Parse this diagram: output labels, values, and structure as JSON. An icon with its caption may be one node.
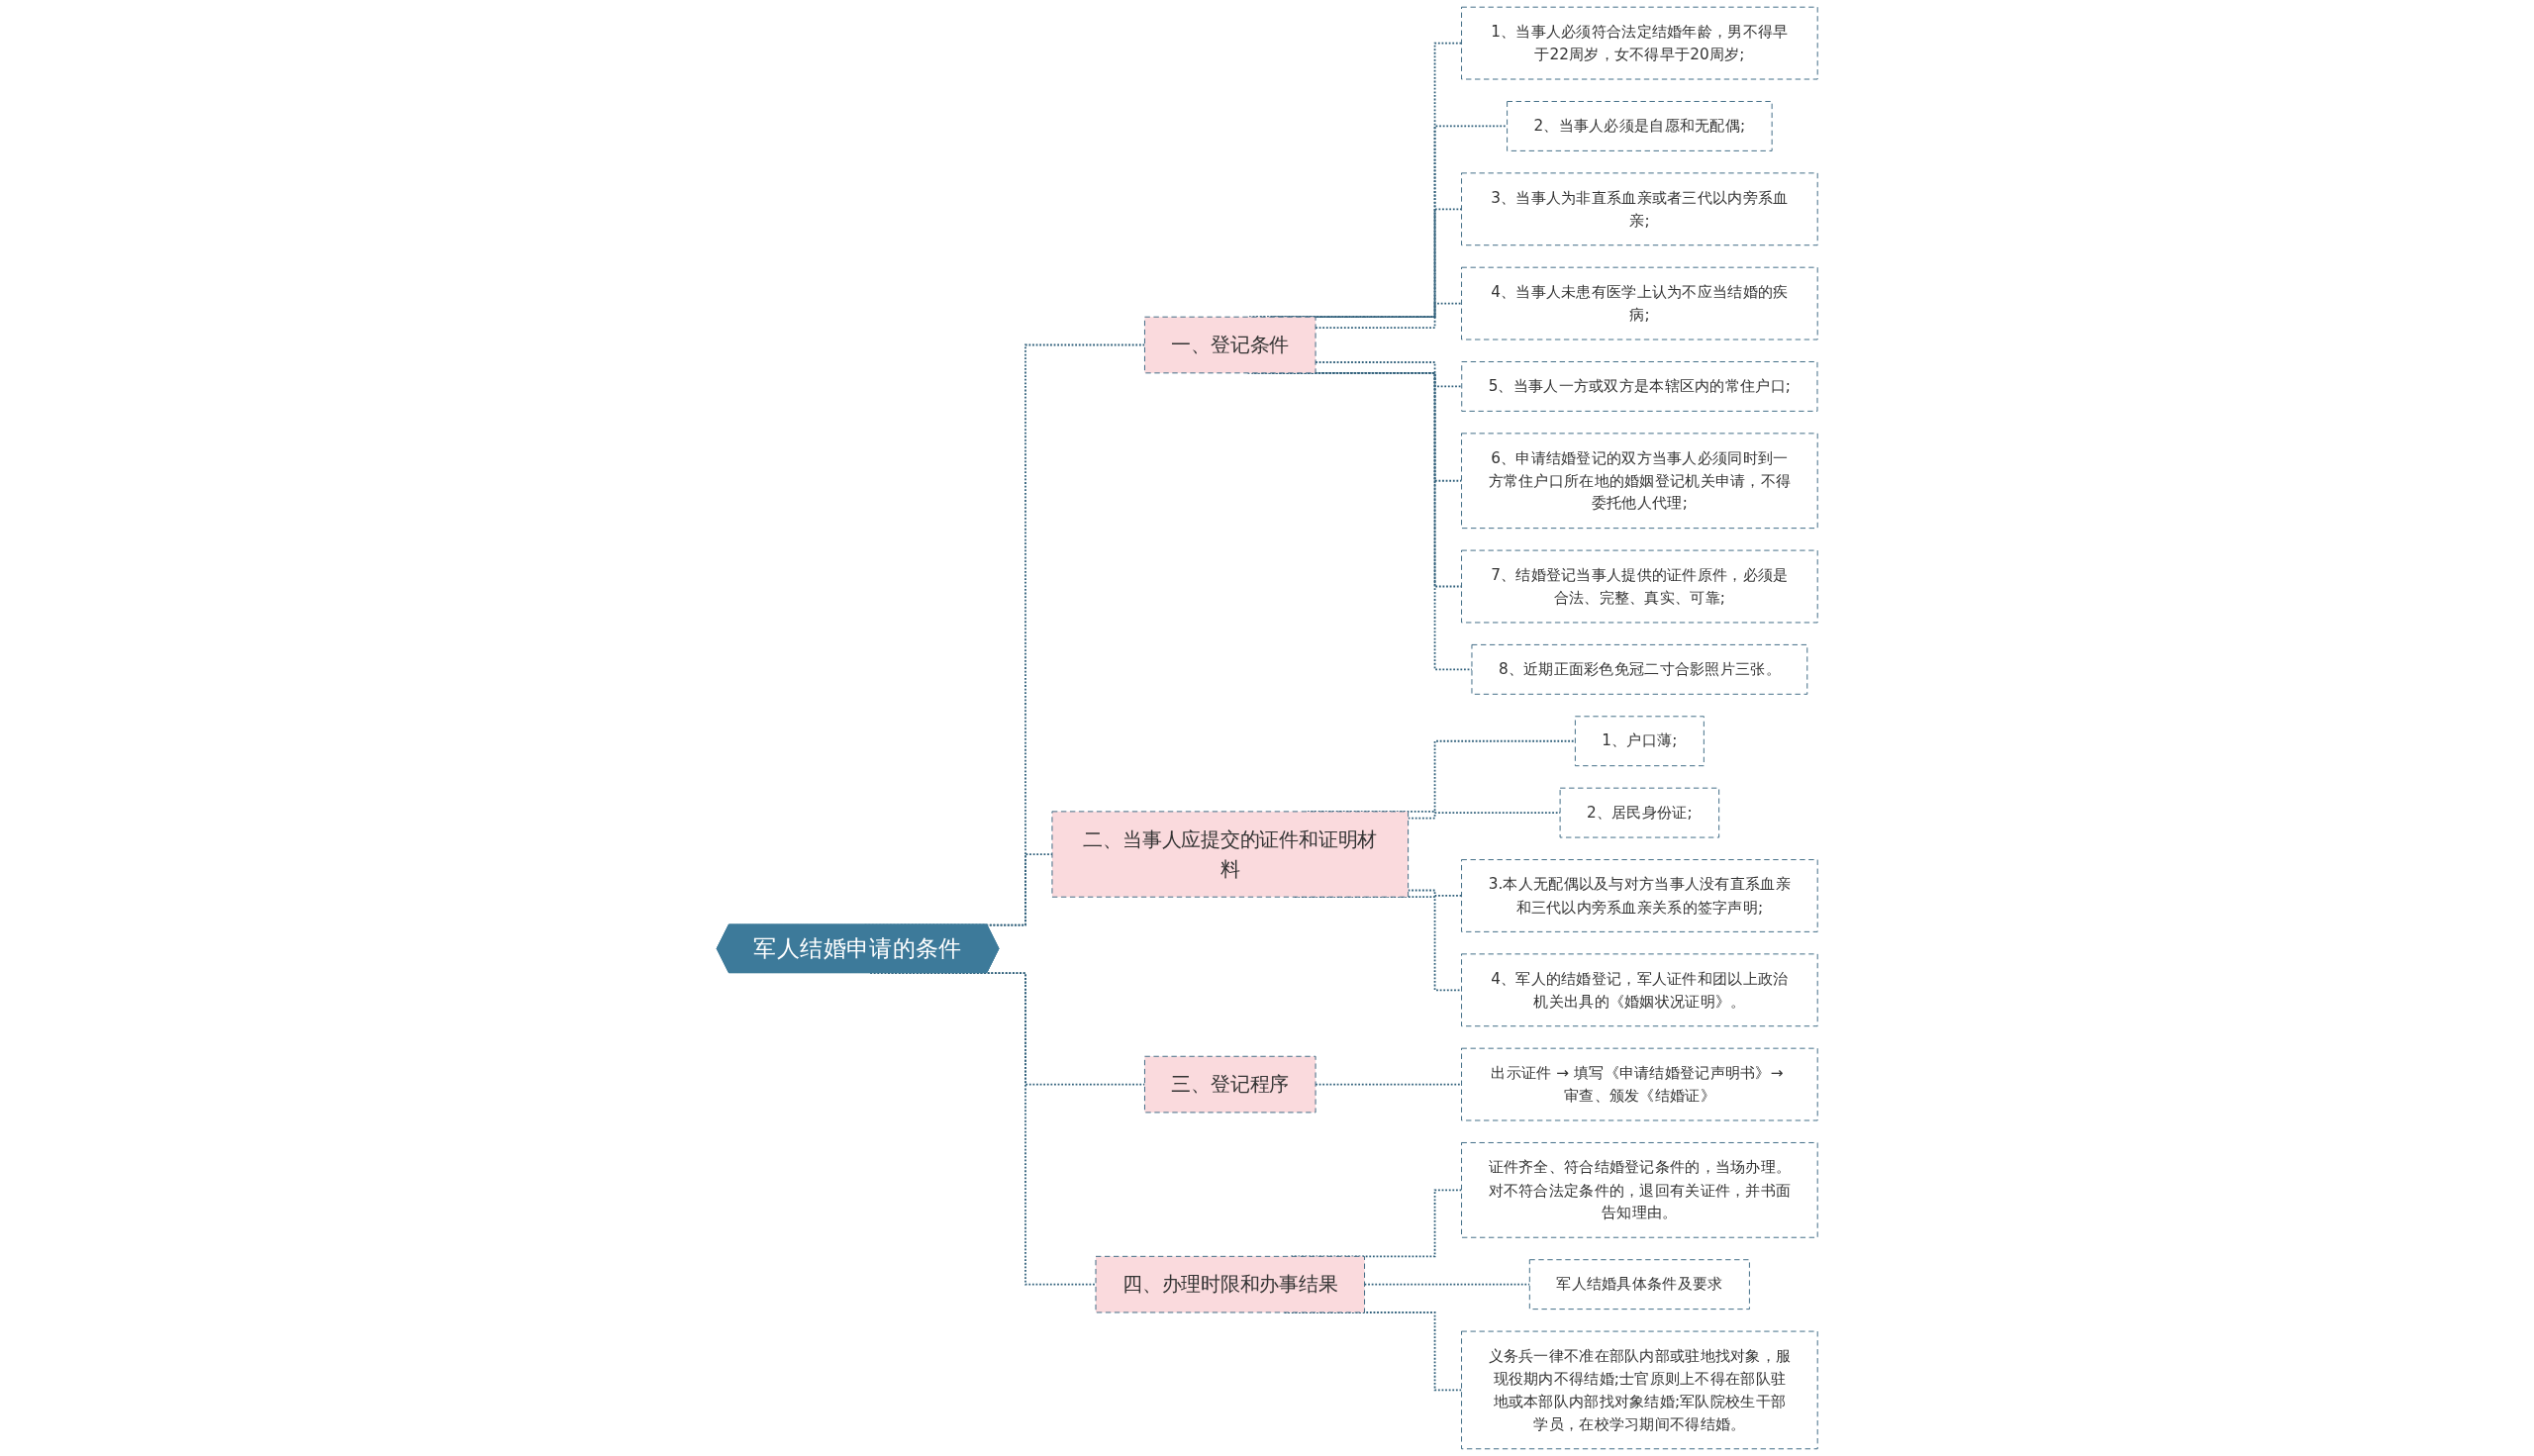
{
  "diagram": {
    "nodes": [
      {
        "text": [
          "军人结婚申请的条件"
        ]
      },
      {
        "text": [
          "一、登记条件"
        ]
      },
      {
        "text": [
          "1、当事人必须符合法定结婚年龄，男不得早于22周岁，女不得早于20周岁;"
        ]
      },
      {
        "text": [
          "2、当事人必须是自愿和无配偶;"
        ]
      },
      {
        "text": [
          "3、当事人为非直系血亲或者三代以内旁系血亲;"
        ]
      },
      {
        "text": [
          "4、当事人未患有医学上认为不应当结婚的疾病;"
        ]
      },
      {
        "text": [
          "5、当事人一方或双方是本辖区内的常住户口;"
        ]
      },
      {
        "text": [
          "6、申请结婚登记的双方当事人必须同时到一方常住户口所在地的婚姻登记机关申请，不得委托他人代理;"
        ]
      },
      {
        "text": [
          "7、结婚登记当事人提供的证件原件，必须是合法、完整、真实、可靠;"
        ]
      },
      {
        "text": [
          "8、近期正面彩色免冠二寸合影照片三张。"
        ]
      },
      {
        "text": [
          "二、当事人应提交的证件和证明材料"
        ]
      },
      {
        "text": [
          "1、户口薄;"
        ]
      },
      {
        "text": [
          "2、居民身份证;"
        ]
      },
      {
        "text": [
          "3.本人无配偶以及与对方当事人没有直系血亲和三代以内旁系血亲关系的签字声明;"
        ]
      },
      {
        "text": [
          "4、军人的结婚登记，军人证件和团以上政治机关出具的《婚姻状况证明》。"
        ]
      },
      {
        "text": [
          "三、登记程序"
        ]
      },
      {
        "text": [
          "出示证件 → 填写《申请结婚登记声明书》→ 审查、颁发《结婚证》"
        ]
      },
      {
        "text": [
          "四、办理时限和办事结果"
        ]
      },
      {
        "text": [
          "证件齐全、符合结婚登记条件的，当场办理。对不符合法定条件的，退回有关证件，并书面告知理由。"
        ]
      },
      {
        "text": [
          "军人结婚具体条件及要求"
        ]
      },
      {
        "text": [
          "义务兵一律不准在部队内部或驻地找对象，服现役期内不得结婚;士官原则上不得在部队驻地或本部队内部找对象结婚;军队院校生干部学员，在校学习期间不得结婚。"
        ]
      }
    ],
    "edges": [
      {
        "from": 0,
        "to": 1,
        "arrow": "none",
        "style": "dashed"
      },
      {
        "from": 1,
        "to": 2,
        "arrow": "none",
        "style": "dashed"
      },
      {
        "from": 1,
        "to": 3,
        "arrow": "none",
        "style": "dashed"
      },
      {
        "from": 1,
        "to": 4,
        "arrow": "none",
        "style": "dashed"
      },
      {
        "from": 1,
        "to": 5,
        "arrow": "none",
        "style": "dashed"
      },
      {
        "from": 1,
        "to": 6,
        "arrow": "none",
        "style": "dashed"
      },
      {
        "from": 1,
        "to": 7,
        "arrow": "none",
        "style": "dashed"
      },
      {
        "from": 1,
        "to": 8,
        "arrow": "none",
        "style": "dashed"
      },
      {
        "from": 1,
        "to": 9,
        "arrow": "none",
        "style": "dashed"
      },
      {
        "from": 0,
        "to": 10,
        "arrow": "none",
        "style": "dashed"
      },
      {
        "from": 10,
        "to": 11,
        "arrow": "none",
        "style": "dashed"
      },
      {
        "from": 10,
        "to": 12,
        "arrow": "none",
        "style": "dashed"
      },
      {
        "from": 10,
        "to": 13,
        "arrow": "none",
        "style": "dashed"
      },
      {
        "from": 10,
        "to": 14,
        "arrow": "none",
        "style": "dashed"
      },
      {
        "from": 0,
        "to": 15,
        "arrow": "none",
        "style": "dashed"
      },
      {
        "from": 15,
        "to": 16,
        "arrow": "none",
        "style": "dashed"
      },
      {
        "from": 0,
        "to": 17,
        "arrow": "none",
        "style": "dashed"
      },
      {
        "from": 17,
        "to": 18,
        "arrow": "none",
        "style": "dashed"
      },
      {
        "from": 17,
        "to": 19,
        "arrow": "none",
        "style": "dashed"
      },
      {
        "from": 17,
        "to": 20,
        "arrow": "none",
        "style": "dashed"
      }
    ]
  }
}
